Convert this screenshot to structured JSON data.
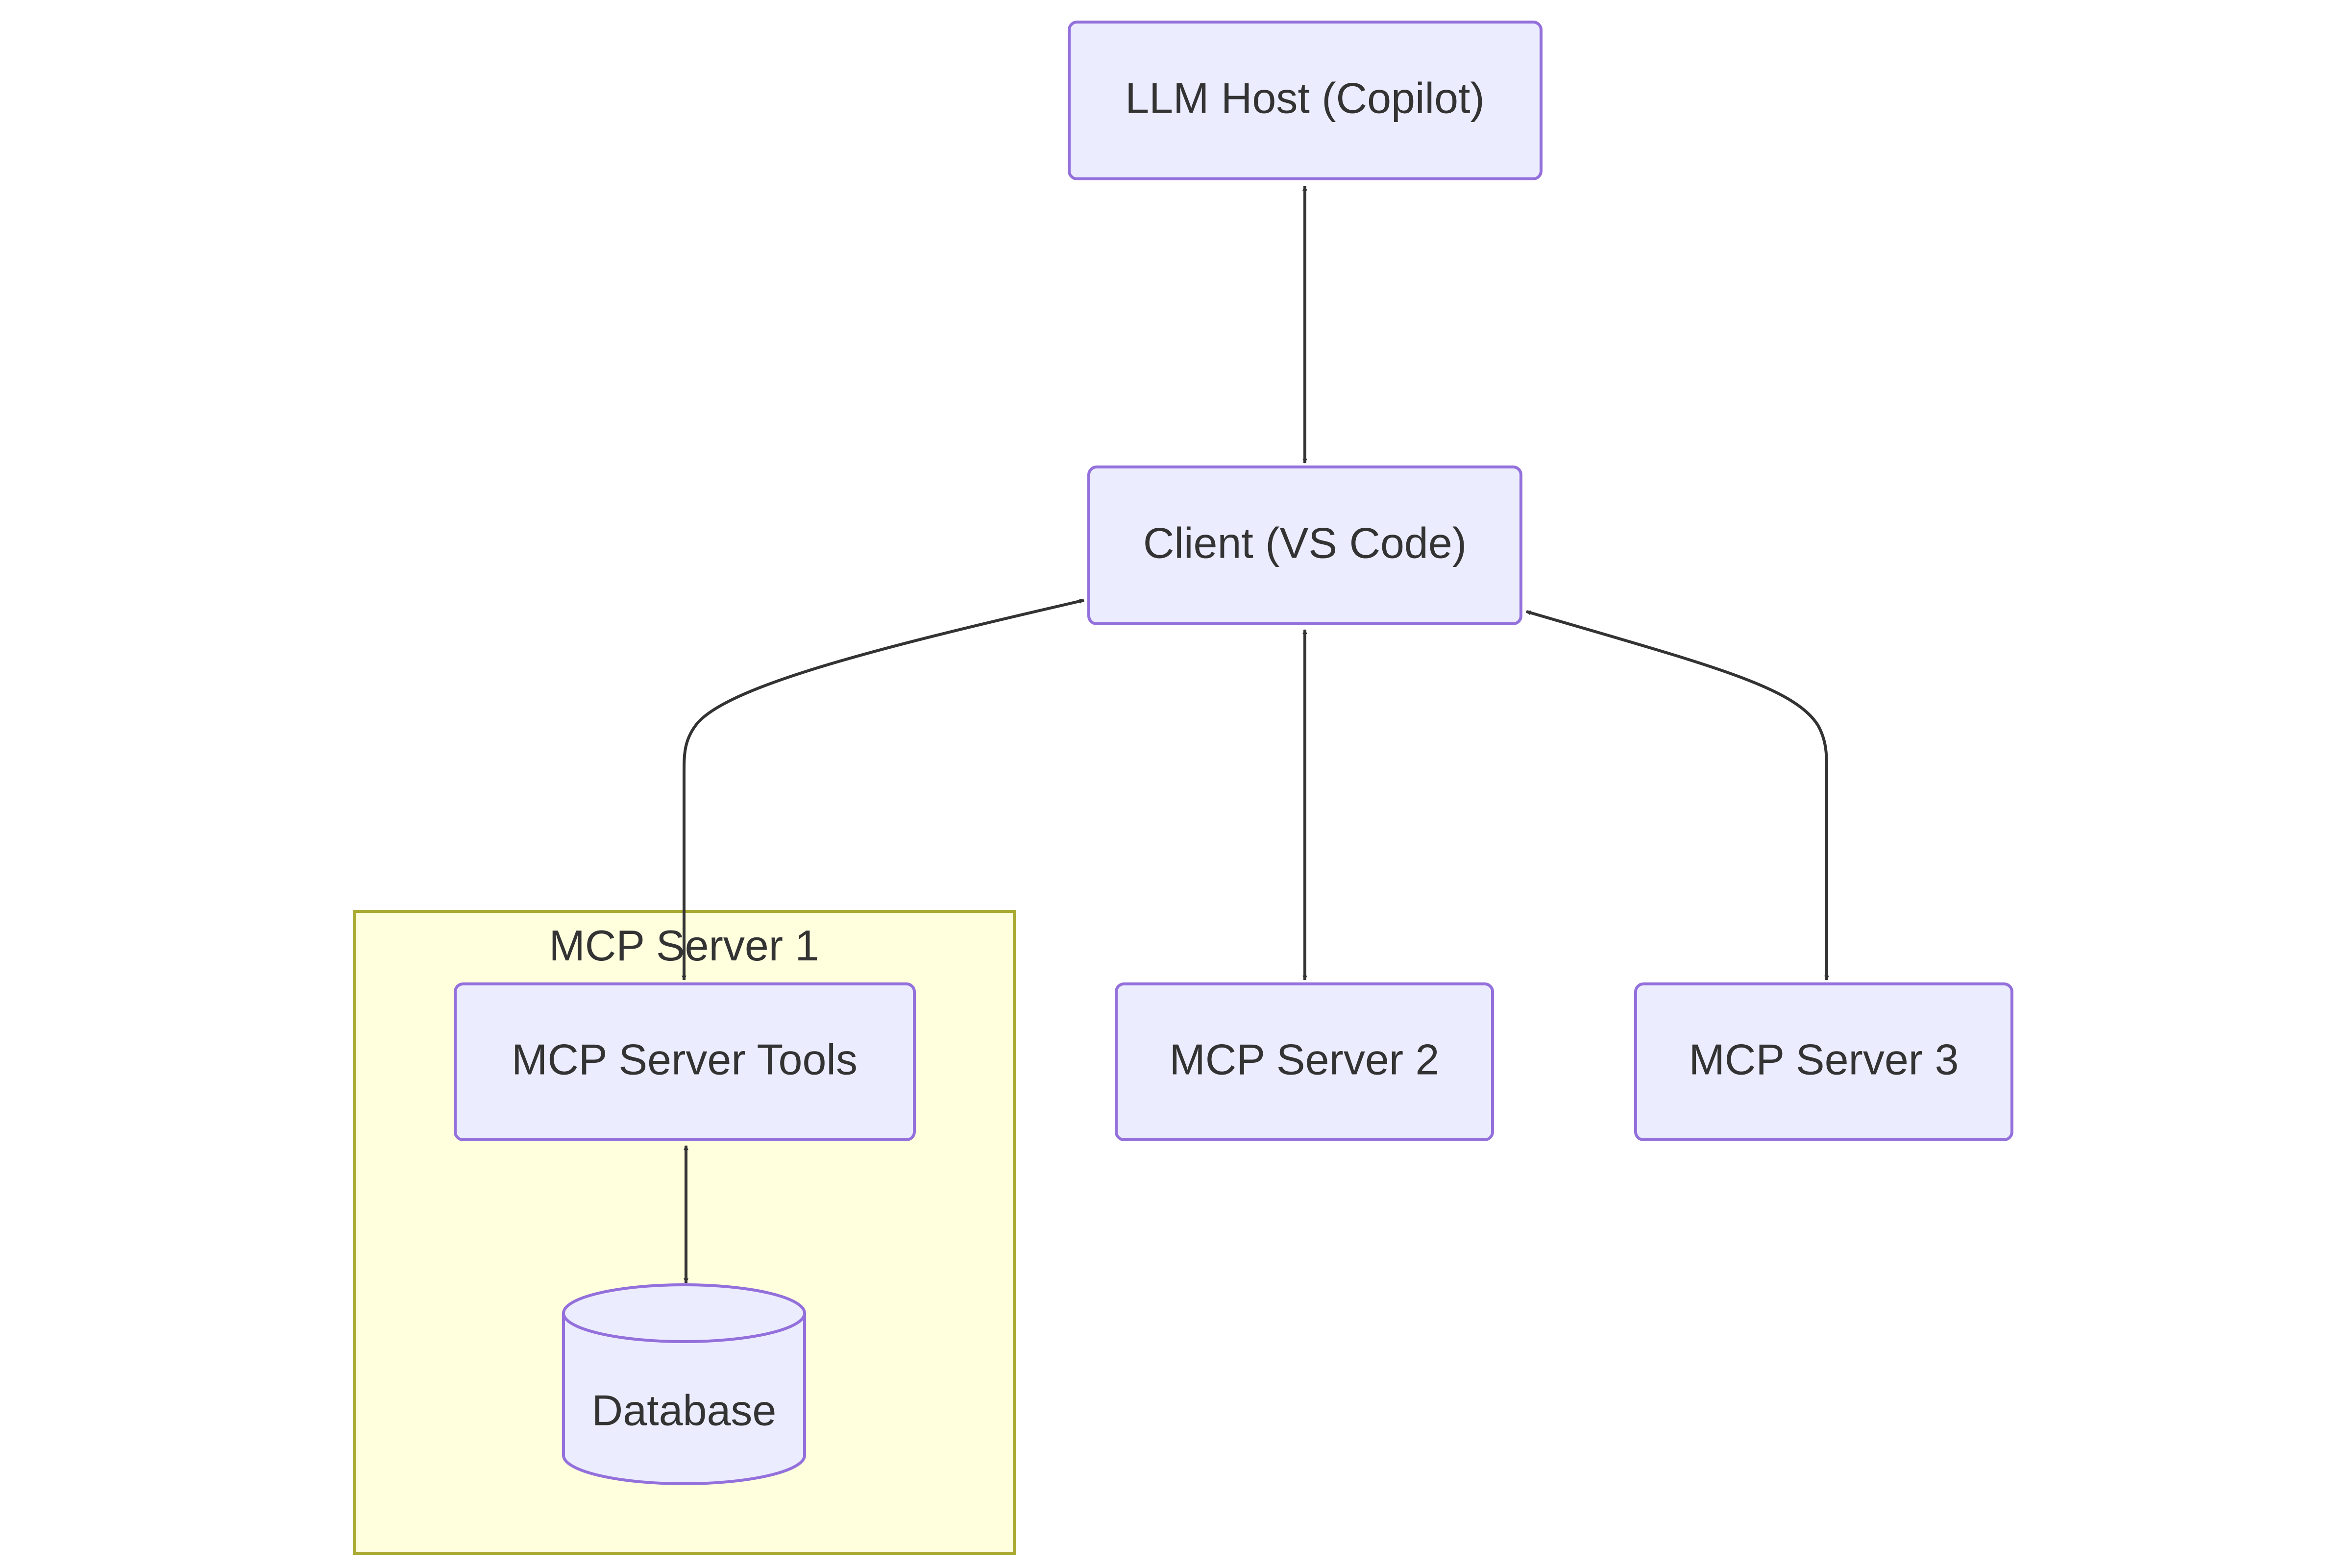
{
  "colors": {
    "node_fill": "#ECECFF",
    "node_stroke": "#9370DB",
    "cluster_fill": "#FFFFDE",
    "cluster_stroke": "#AAAA33",
    "edge": "#333333",
    "text": "#333333"
  },
  "clusters": [
    {
      "id": "mcp-server-1",
      "label": "MCP Server 1"
    }
  ],
  "nodes": [
    {
      "id": "llm-host",
      "label": "LLM Host (Copilot)",
      "shape": "rounded-rect"
    },
    {
      "id": "client",
      "label": "Client (VS Code)",
      "shape": "rounded-rect"
    },
    {
      "id": "mcp-server-tools",
      "label": "MCP Server Tools",
      "shape": "rounded-rect",
      "cluster": "mcp-server-1"
    },
    {
      "id": "database",
      "label": "Database",
      "shape": "cylinder",
      "cluster": "mcp-server-1"
    },
    {
      "id": "mcp-server-2",
      "label": "MCP Server 2",
      "shape": "rounded-rect"
    },
    {
      "id": "mcp-server-3",
      "label": "MCP Server 3",
      "shape": "rounded-rect"
    }
  ],
  "edges": [
    {
      "from": "llm-host",
      "to": "client",
      "direction": "both"
    },
    {
      "from": "client",
      "to": "mcp-server-tools",
      "direction": "both"
    },
    {
      "from": "client",
      "to": "mcp-server-2",
      "direction": "both"
    },
    {
      "from": "client",
      "to": "mcp-server-3",
      "direction": "both"
    },
    {
      "from": "mcp-server-tools",
      "to": "database",
      "direction": "both"
    }
  ]
}
